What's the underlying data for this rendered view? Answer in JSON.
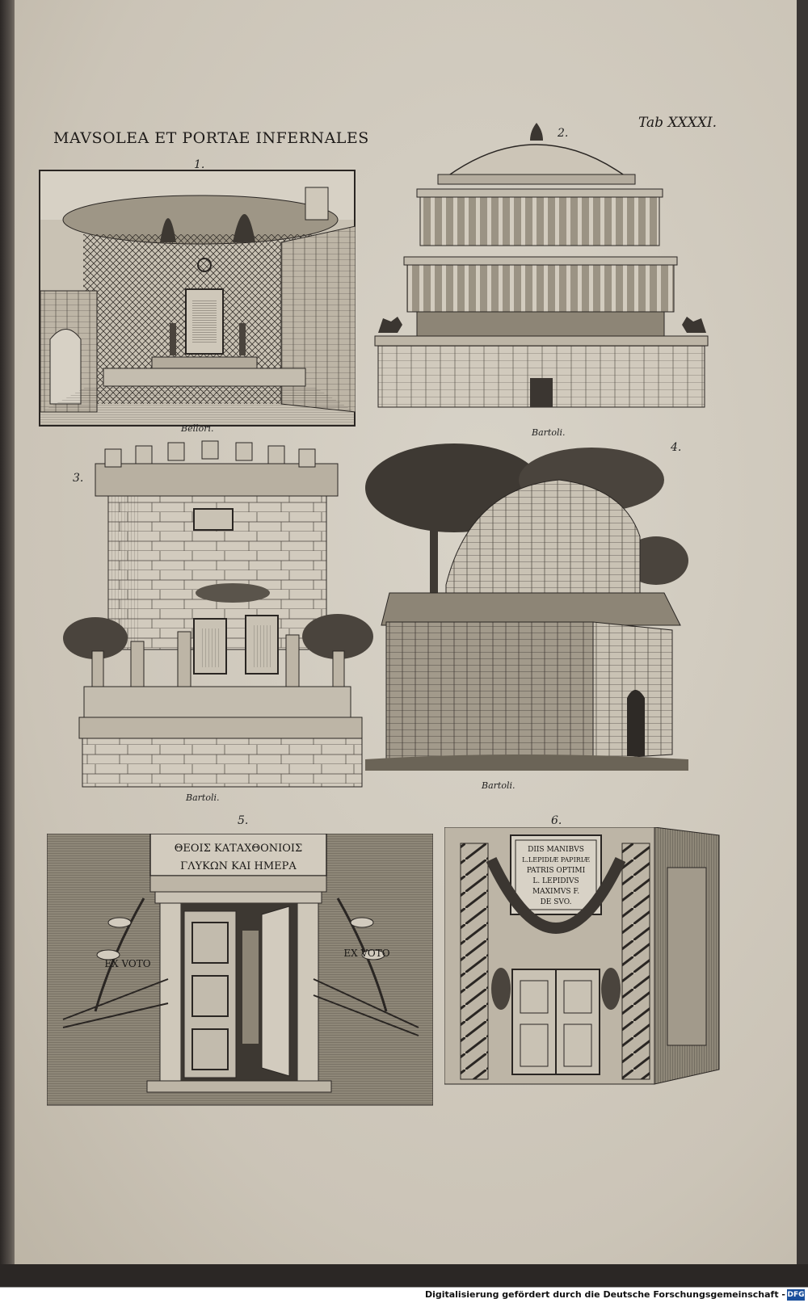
{
  "page": {
    "title": "MAVSOLEA ET PORTAE INFERNALES",
    "tab_label": "Tab XXXXI."
  },
  "figures": [
    {
      "number": "1.",
      "credit": "Bellori."
    },
    {
      "number": "2.",
      "credit": "Bartoli."
    },
    {
      "number": "3.",
      "credit": "Bartoli."
    },
    {
      "number": "4.",
      "credit": "Bartoli."
    },
    {
      "number": "5.",
      "inscription_line1": "ΘΕΟΙΣ ΚΑΤΑΧΘΟΝΙΟΙΣ",
      "inscription_line2": "ΓΛΥΚΩΝ ΚΑΙ ΗΜΕΡΑ",
      "left_votive": "EX VOTO",
      "right_votive": "EX VOTO"
    },
    {
      "number": "6.",
      "inscription_lines": [
        "DIIS MANIBVS",
        "L.LEPIDIÆ PAPIRIÆ",
        "PATRIS OPTIMI",
        "L. LEPIDIVS",
        "MAXIMVS F.",
        "DE SVO."
      ]
    }
  ],
  "footer": {
    "text": "Digitalisierung gefördert durch die Deutsche Forschungsgemeinschaft -",
    "logo": "DFG"
  }
}
